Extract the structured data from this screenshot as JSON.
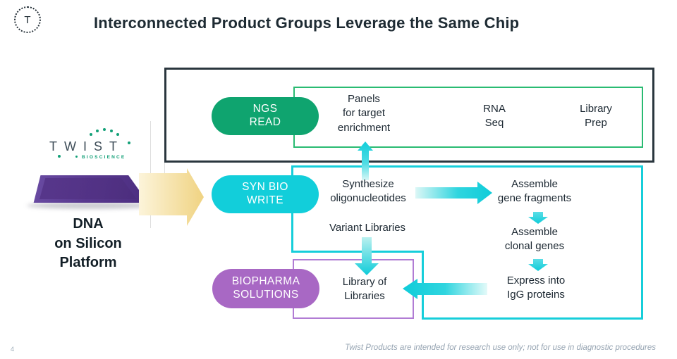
{
  "header": {
    "logo_letter": "T",
    "title": "Interconnected Product Groups Leverage the Same Chip"
  },
  "brand": {
    "name": "TWIST",
    "subtitle": "BIOSCIENCE",
    "accent_color": "#12a077"
  },
  "platform": {
    "label": "DNA\non Silicon\nPlatform"
  },
  "pills": {
    "read": {
      "label": "NGS\nREAD",
      "color": "#0fa46f"
    },
    "write": {
      "label": "SYN BIO\nWRITE",
      "color": "#12ceda"
    },
    "biopharma": {
      "label": "BIOPHARMA\nSOLUTIONS",
      "color": "#a868c4"
    }
  },
  "read_box": {
    "border_color": "#2abb72",
    "outer_border_color": "#2a363e",
    "items": [
      {
        "label": "Panels\nfor target\nenrichment"
      },
      {
        "label": "RNA\nSeq"
      },
      {
        "label": "Library\nPrep"
      }
    ]
  },
  "write_box": {
    "border_color": "#16ceda",
    "items": [
      {
        "label": "Synthesize\noligonucleotides"
      },
      {
        "label": "Variant Libraries"
      },
      {
        "label": "Assemble\ngene fragments"
      },
      {
        "label": "Assemble\nclonal genes"
      },
      {
        "label": "Express into\nIgG proteins"
      }
    ]
  },
  "biopharma_box": {
    "border_color": "#b17cd4",
    "items": [
      {
        "label": "Library of\nLibraries"
      }
    ]
  },
  "flow_arrow_color": "#f2d78a",
  "footer": {
    "note": "Twist Products are intended for research use only; not for use in diagnostic procedures",
    "page_number": "4"
  }
}
